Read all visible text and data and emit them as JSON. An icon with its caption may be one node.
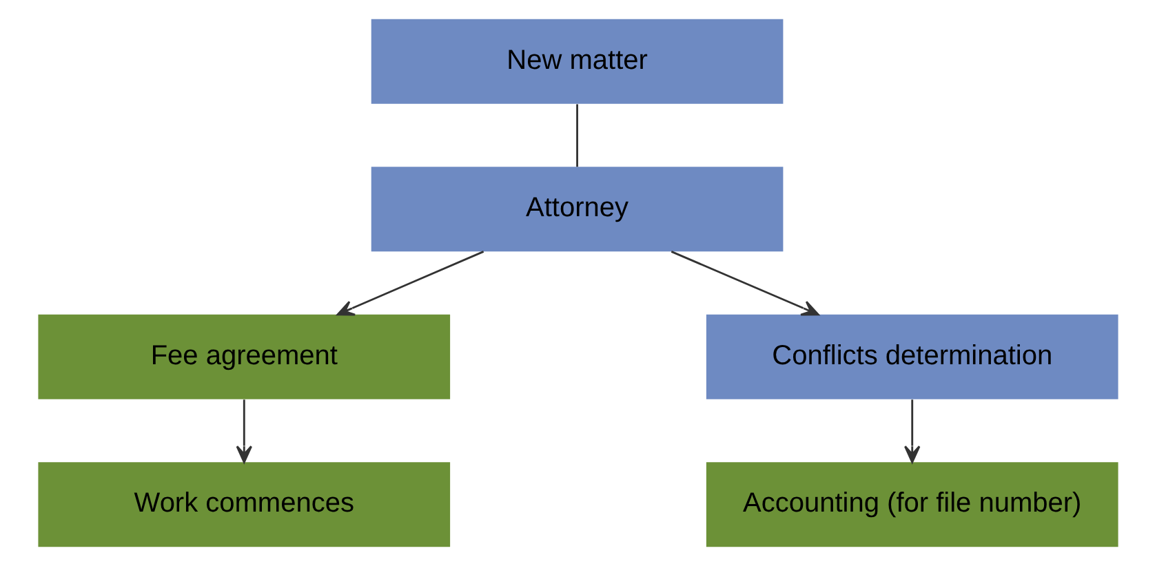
{
  "diagram": {
    "nodes": [
      {
        "text": [
          "New matter"
        ]
      },
      {
        "text": [
          "Attorney"
        ]
      },
      {
        "text": [
          "Fee agreement"
        ]
      },
      {
        "text": [
          "Conflicts determination"
        ]
      },
      {
        "text": [
          "Work commences"
        ]
      },
      {
        "text": [
          "Accounting (for file number)"
        ]
      }
    ],
    "edges": [
      {
        "from": 0,
        "to": 1,
        "arrow": "none"
      },
      {
        "from": 1,
        "to": 2,
        "arrow": "to"
      },
      {
        "from": 1,
        "to": 3,
        "arrow": "to"
      },
      {
        "from": 2,
        "to": 4,
        "arrow": "to"
      },
      {
        "from": 3,
        "to": 5,
        "arrow": "to"
      }
    ]
  }
}
